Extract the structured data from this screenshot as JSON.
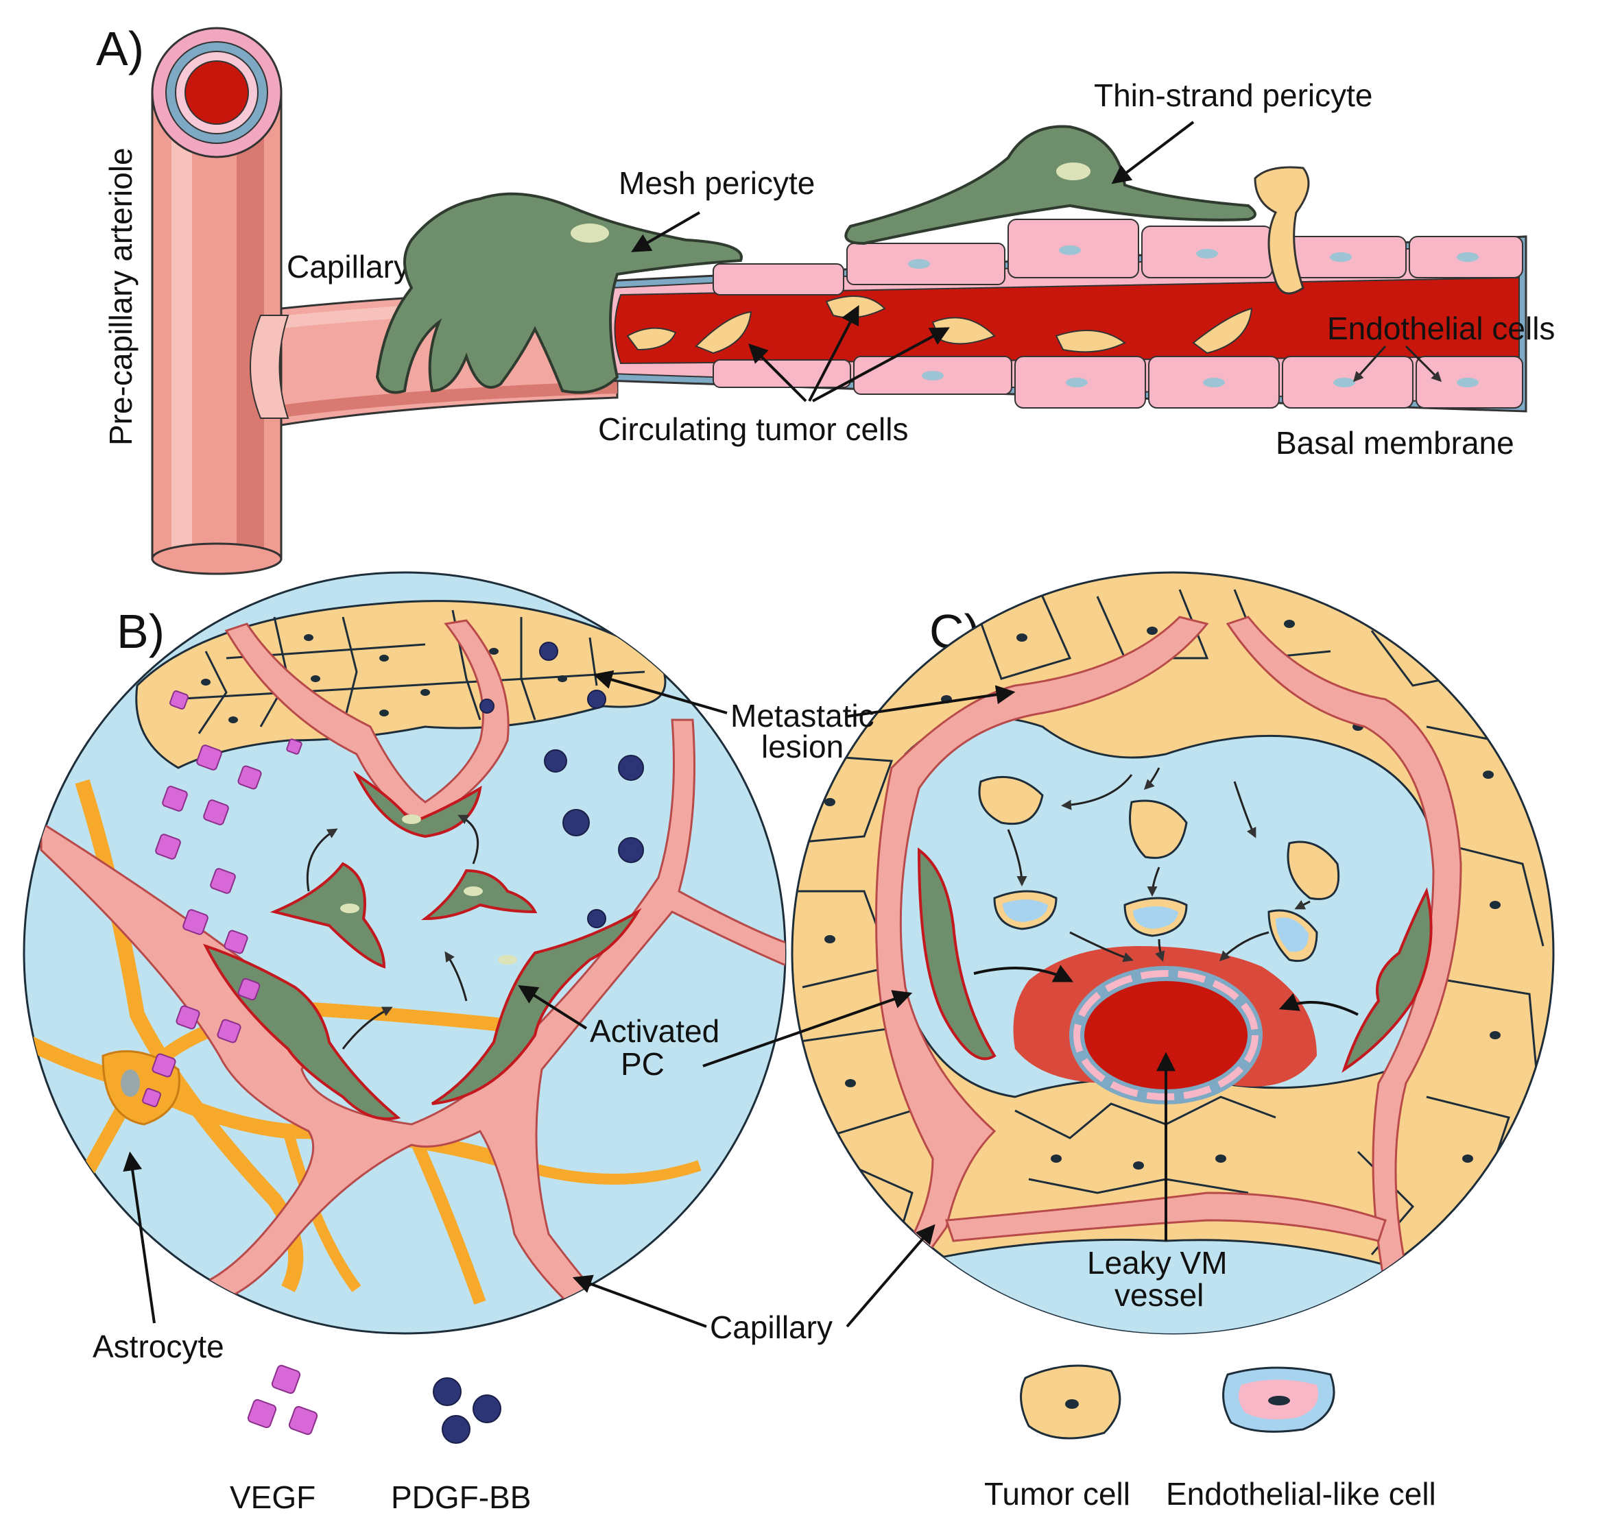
{
  "panels": {
    "a": "A)",
    "b": "B)",
    "c": "C)"
  },
  "labels_a": {
    "arteriole": "Pre-capillary arteriole",
    "capillary": "Capillary",
    "mesh_pericyte": "Mesh pericyte",
    "thin_pericyte": "Thin-strand pericyte",
    "endothelial": "Endothelial cells",
    "ctc": "Circulating tumor cells",
    "basal": "Basal membrane"
  },
  "labels_b": {
    "metastatic_1": "Metastatic",
    "metastatic_2": "lesion",
    "activated_1": "Activated",
    "activated_2": "PC",
    "astrocyte": "Astrocyte",
    "capillary": "Capillary"
  },
  "labels_c": {
    "leaky_1": "Leaky VM",
    "leaky_2": "vessel"
  },
  "legend": {
    "vegf": "VEGF",
    "pdgf": "PDGF-BB",
    "tumor": "Tumor cell",
    "endo_like": "Endothelial-like cell"
  },
  "colors": {
    "blood": "#c8160c",
    "vessel_pink": "#f2a7a0",
    "endothelium": "#f7b7c6",
    "basal_blue": "#7ea9c4",
    "pericyte_green": "#6f8f6c",
    "tumor_yellow": "#f8d18c",
    "tissue_blue": "#bfe2f0",
    "astrocyte_orange": "#f6a92b",
    "vegf_magenta": "#d868d8",
    "pdgf_navy": "#2c3575"
  }
}
